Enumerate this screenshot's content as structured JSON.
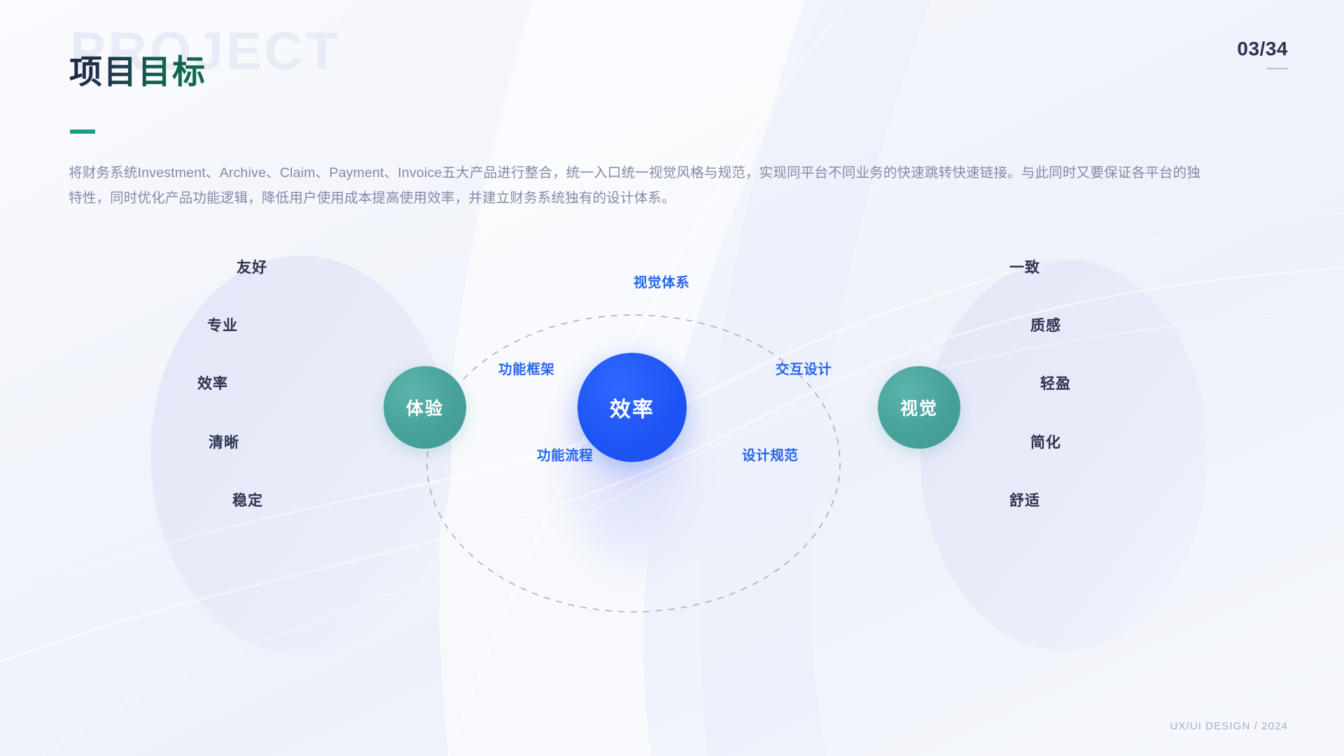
{
  "header": {
    "watermark": "PROJECT",
    "title": "项目目标",
    "page_number": "03/34"
  },
  "description": "将财务系统Investment、Archive、Claim、Payment、Invoice五大产品进行整合，统一入口统一视觉风格与规范，实现同平台不同业务的快速跳转快速链接。与此同时又要保证各平台的独特性，同时优化产品功能逻辑，降低用户使用成本提高使用效率，并建立财务系统独有的设计体系。",
  "footer": "UX/UI DESIGN / 2024",
  "diagram": {
    "nodes": [
      {
        "label": "体验",
        "role": "experience",
        "color": "#47a19b"
      },
      {
        "label": "效率",
        "role": "efficiency",
        "color": "#1f55f5"
      },
      {
        "label": "视觉",
        "role": "visual",
        "color": "#47a19b"
      }
    ],
    "left_labels": [
      "友好",
      "专业",
      "效率",
      "清晰",
      "稳定"
    ],
    "right_labels": [
      "一致",
      "质感",
      "轻盈",
      "简化",
      "舒适"
    ],
    "mid_labels": [
      "视觉体系",
      "功能框架",
      "交互设计",
      "功能流程",
      "设计规范"
    ]
  },
  "colors": {
    "accent_green": "#1a9d84",
    "accent_blue": "#2566f0",
    "core_blue": "#1f55f5",
    "node_teal": "#47a19b",
    "title_dark": "#1f2a44",
    "text_muted": "#8389a6",
    "background": "#f4f6fb"
  }
}
